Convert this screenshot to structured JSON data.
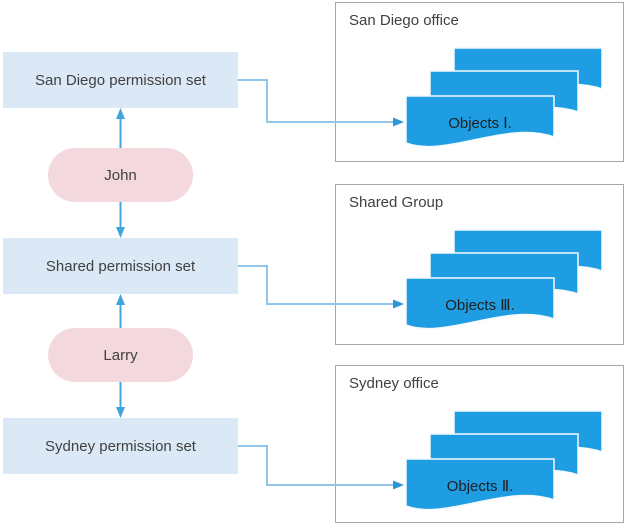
{
  "diagram": {
    "permission_sets": [
      {
        "label": "San Diego permission set"
      },
      {
        "label": "Shared permission set"
      },
      {
        "label": "Sydney permission set"
      }
    ],
    "users": [
      {
        "name": "John"
      },
      {
        "name": "Larry"
      }
    ],
    "offices": [
      {
        "title": "San Diego office",
        "object_label": "Objects Ⅰ."
      },
      {
        "title": "Shared Group",
        "object_label": "Objects Ⅲ."
      },
      {
        "title": "Sydney office",
        "object_label": "Objects Ⅱ."
      }
    ],
    "colors": {
      "permission_box": "#dbe9f7",
      "user_pill": "#f3d9de",
      "document_fill": "#1e9de2",
      "document_stroke": "#f3f9fd",
      "container_border": "#a6a6a6",
      "arrow_line": "#41a4dc",
      "connector_line": "#8fc6ea",
      "connector_head": "#2d96d5",
      "text": "#404040",
      "object_text": "#1f1f1f"
    }
  }
}
